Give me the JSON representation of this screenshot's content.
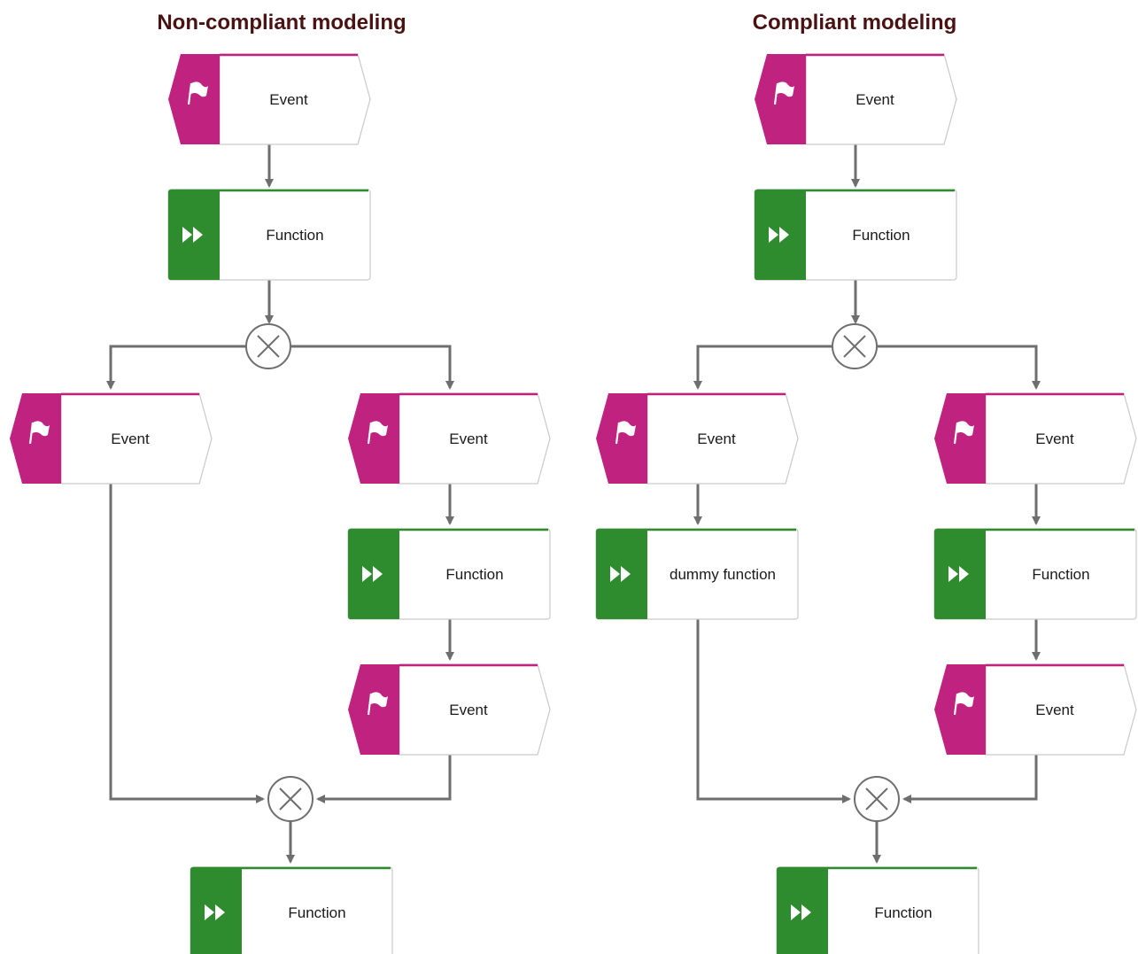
{
  "colors": {
    "event": "#c0237f",
    "function": "#2e8b2e",
    "connector": "#6e6e6e",
    "title": "#4a1212"
  },
  "panels": [
    {
      "title": "Non-compliant modeling",
      "nodes": [
        {
          "type": "event",
          "label": "Event",
          "icon": "flag-icon"
        },
        {
          "type": "function",
          "label": "Function",
          "icon": "fast-forward-icon"
        },
        {
          "type": "xor",
          "label": "",
          "icon": "xor-operator-icon"
        },
        {
          "type": "event",
          "label": "Event",
          "icon": "flag-icon"
        },
        {
          "type": "event",
          "label": "Event",
          "icon": "flag-icon"
        },
        {
          "type": "function",
          "label": "Function",
          "icon": "fast-forward-icon"
        },
        {
          "type": "event",
          "label": "Event",
          "icon": "flag-icon"
        },
        {
          "type": "xor",
          "label": "",
          "icon": "xor-operator-icon"
        },
        {
          "type": "function",
          "label": "Function",
          "icon": "fast-forward-icon"
        }
      ]
    },
    {
      "title": "Compliant modeling",
      "nodes": [
        {
          "type": "event",
          "label": "Event",
          "icon": "flag-icon"
        },
        {
          "type": "function",
          "label": "Function",
          "icon": "fast-forward-icon"
        },
        {
          "type": "xor",
          "label": "",
          "icon": "xor-operator-icon"
        },
        {
          "type": "event",
          "label": "Event",
          "icon": "flag-icon"
        },
        {
          "type": "function",
          "label": "dummy function",
          "icon": "fast-forward-icon"
        },
        {
          "type": "event",
          "label": "Event",
          "icon": "flag-icon"
        },
        {
          "type": "function",
          "label": "Function",
          "icon": "fast-forward-icon"
        },
        {
          "type": "event",
          "label": "Event",
          "icon": "flag-icon"
        },
        {
          "type": "xor",
          "label": "",
          "icon": "xor-operator-icon"
        },
        {
          "type": "function",
          "label": "Function",
          "icon": "fast-forward-icon"
        }
      ]
    }
  ]
}
